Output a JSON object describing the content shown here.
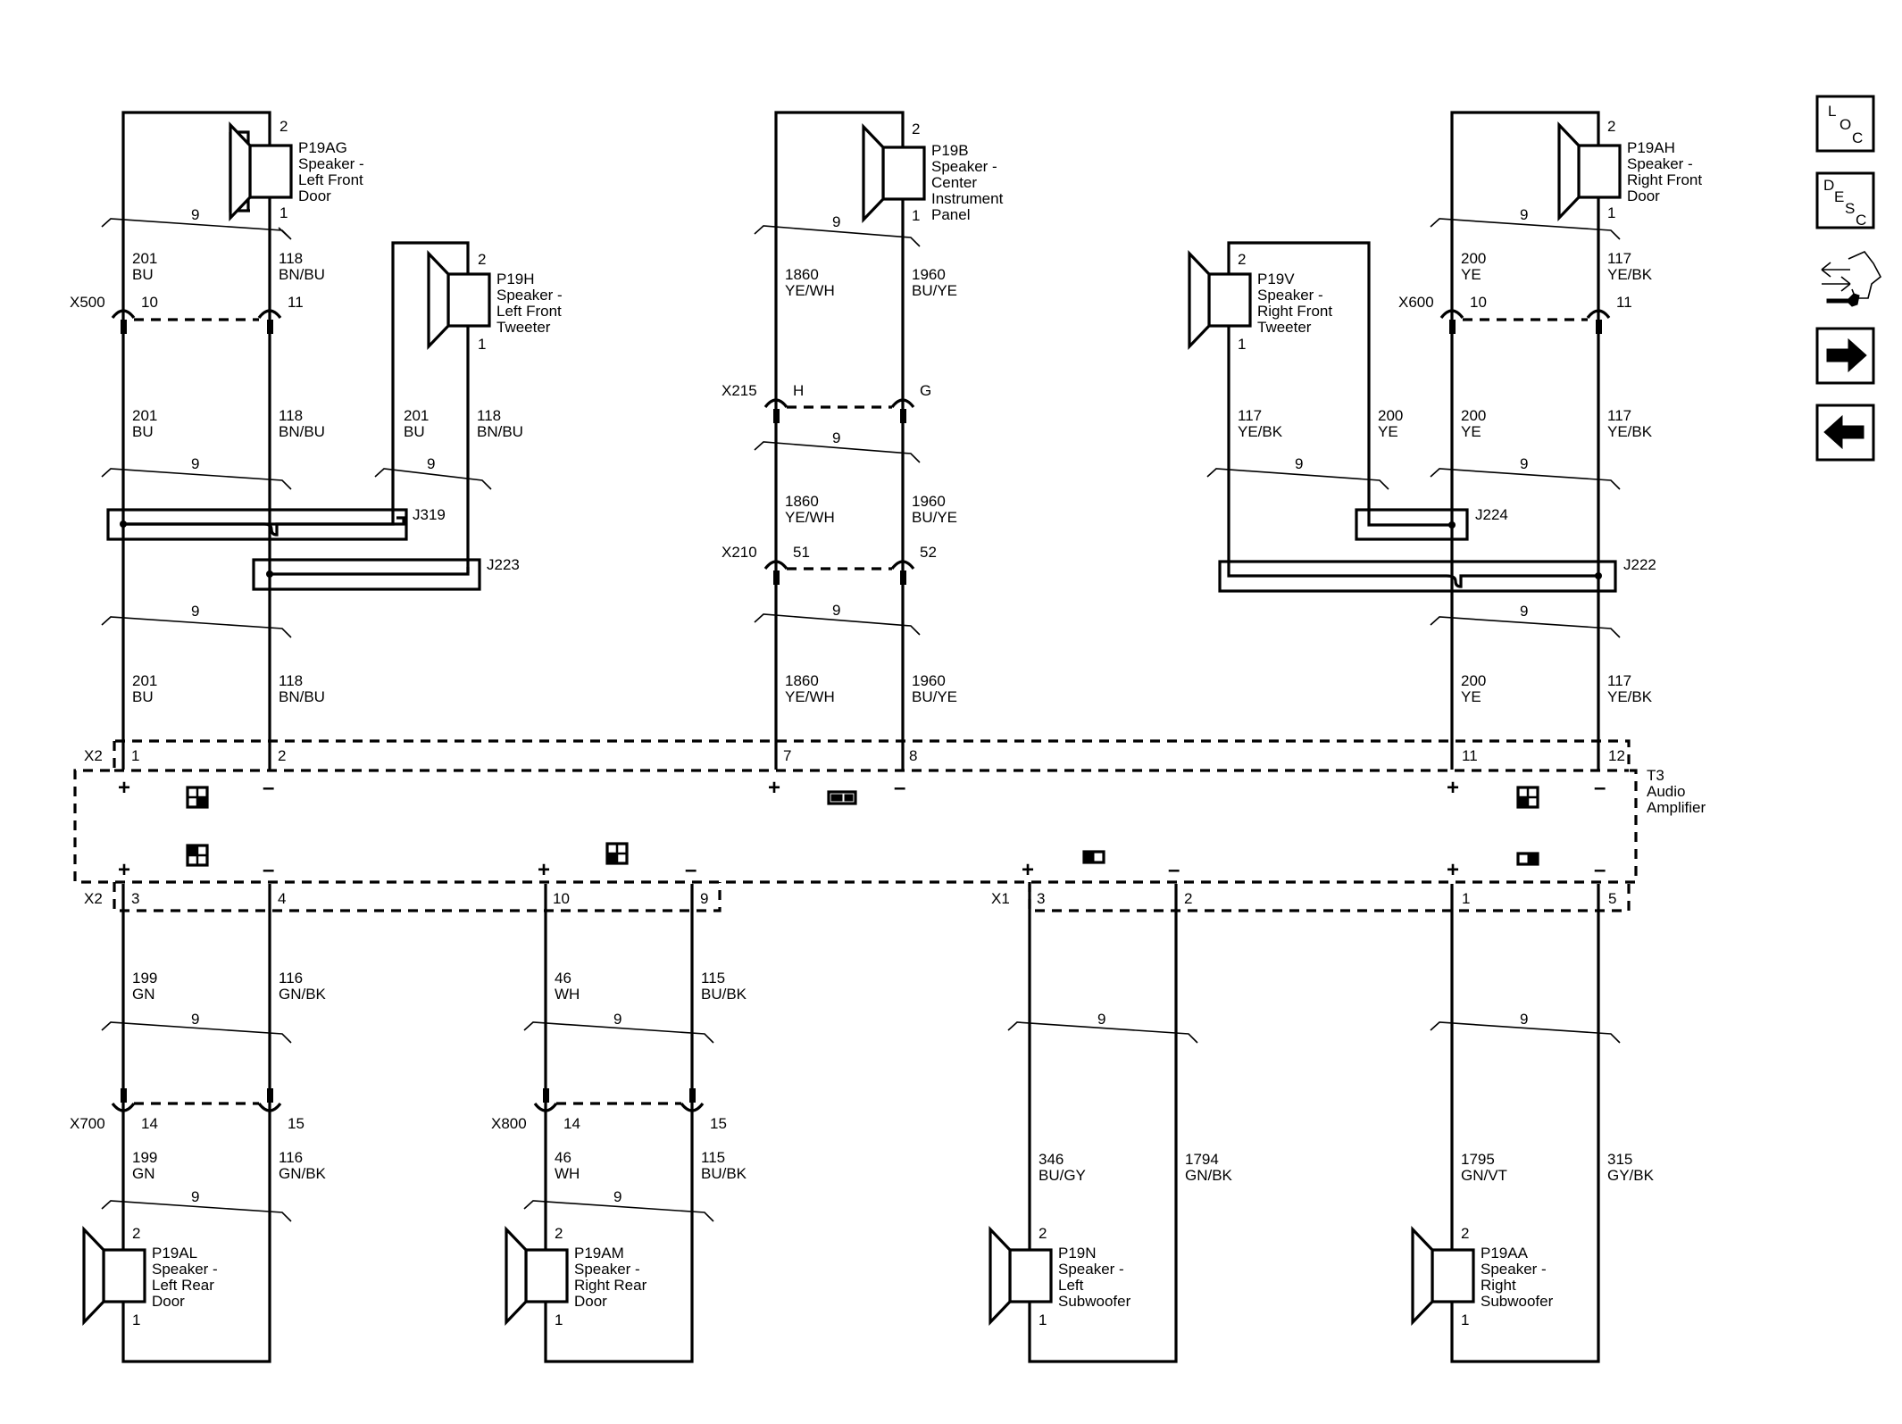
{
  "nav": {
    "loc": [
      "L",
      "O",
      "C"
    ],
    "desc": [
      "D",
      "E",
      "S",
      "C"
    ]
  },
  "amplifier": {
    "name": "T3",
    "desc1": "Audio",
    "desc2": "Amplifier",
    "x2": "X2",
    "x1": "X1",
    "plus": "+",
    "minus": "–"
  },
  "twist": "9",
  "speakers": {
    "p19ag": {
      "id": "P19AG",
      "l1": "Speaker -",
      "l2": "Left Front",
      "l3": "Door",
      "pin2": "2",
      "pin1": "1"
    },
    "p19h": {
      "id": "P19H",
      "l1": "Speaker -",
      "l2": "Left Front",
      "l3": "Tweeter",
      "pin2": "2",
      "pin1": "1"
    },
    "p19b": {
      "id": "P19B",
      "l1": "Speaker -",
      "l2": "Center",
      "l3": "Instrument",
      "l4": "Panel",
      "pin2": "2",
      "pin1": "1"
    },
    "p19v": {
      "id": "P19V",
      "l1": "Speaker -",
      "l2": "Right Front",
      "l3": "Tweeter",
      "pin2": "2",
      "pin1": "1"
    },
    "p19ah": {
      "id": "P19AH",
      "l1": "Speaker -",
      "l2": "Right Front",
      "l3": "Door",
      "pin2": "2",
      "pin1": "1"
    },
    "p19al": {
      "id": "P19AL",
      "l1": "Speaker -",
      "l2": "Left Rear",
      "l3": "Door",
      "pin2": "2",
      "pin1": "1"
    },
    "p19am": {
      "id": "P19AM",
      "l1": "Speaker -",
      "l2": "Right Rear",
      "l3": "Door",
      "pin2": "2",
      "pin1": "1"
    },
    "p19n": {
      "id": "P19N",
      "l1": "Speaker -",
      "l2": "Left",
      "l3": "Subwoofer",
      "pin2": "2",
      "pin1": "1"
    },
    "p19aa": {
      "id": "P19AA",
      "l1": "Speaker -",
      "l2": "Right",
      "l3": "Subwoofer",
      "pin2": "2",
      "pin1": "1"
    }
  },
  "connectors": {
    "x500": {
      "name": "X500",
      "a": "10",
      "b": "11"
    },
    "x215": {
      "name": "X215",
      "a": "H",
      "b": "G"
    },
    "x210": {
      "name": "X210",
      "a": "51",
      "b": "52"
    },
    "x600": {
      "name": "X600",
      "a": "10",
      "b": "11"
    },
    "x700": {
      "name": "X700",
      "a": "14",
      "b": "15"
    },
    "x800": {
      "name": "X800",
      "a": "14",
      "b": "15"
    }
  },
  "splices": {
    "j319": "J319",
    "j223": "J223",
    "j224": "J224",
    "j222": "J222"
  },
  "pins": {
    "x2_1": "1",
    "x2_2": "2",
    "x2_7": "7",
    "x2_8": "8",
    "x2_11": "11",
    "x2_12": "12",
    "x2_3": "3",
    "x2_4": "4",
    "x2_10": "10",
    "x2_9": "9",
    "x1_3": "3",
    "x1_2": "2",
    "x1_1": "1",
    "x1_5": "5"
  },
  "wires": {
    "c201": "201",
    "bu": "BU",
    "c118": "118",
    "bnbu": "BN/BU",
    "c1860": "1860",
    "yewh": "YE/WH",
    "c1960": "1960",
    "buye": "BU/YE",
    "c200": "200",
    "ye": "YE",
    "c117": "117",
    "yebk": "YE/BK",
    "c199": "199",
    "gn": "GN",
    "c116": "116",
    "gnbk": "GN/BK",
    "c46": "46",
    "wh": "WH",
    "c115": "115",
    "bubk": "BU/BK",
    "c346": "346",
    "bugy": "BU/GY",
    "c1794": "1794",
    "c1795": "1795",
    "gnvt": "GN/VT",
    "c315": "315",
    "gybk": "GY/BK"
  }
}
